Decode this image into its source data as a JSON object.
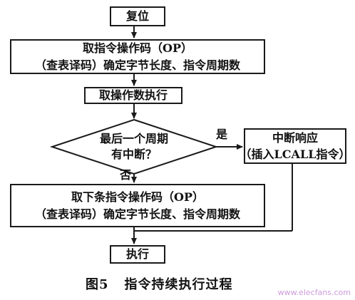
{
  "nodes": {
    "reset": "复位",
    "fetch_opcode_line1": "取指令操作码（OP）",
    "fetch_opcode_line2": "（查表译码）确定字节长度、指令周期数",
    "fetch_operand": "取操作数执行",
    "decision_line1": "最后一个周期",
    "decision_line2": "有中断？",
    "interrupt_line1": "中断响应",
    "interrupt_line2": "（插入LCALL指令）",
    "next_opcode_line1": "取下条指令操作码（OP）",
    "next_opcode_line2": "（查表译码）确定字节长度、指令周期数",
    "execute": "执行"
  },
  "edges": {
    "yes_label": "是",
    "no_label": "否"
  },
  "caption": {
    "figure_number": "图5",
    "title": "指令持续执行过程"
  },
  "watermark": "www.elecfans.com"
}
